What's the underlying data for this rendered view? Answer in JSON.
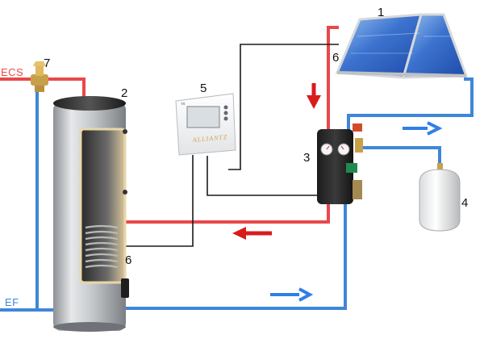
{
  "labels": {
    "ecs": "ECS",
    "ef": "EF",
    "n1": "1",
    "n2": "2",
    "n3": "3",
    "n4": "4",
    "n5": "5",
    "n6a": "6",
    "n6b": "6",
    "n7": "7"
  },
  "controller": {
    "brand": "ALLIANTZ",
    "tag": "TR"
  },
  "colors": {
    "hot_pipe": "#e8484a",
    "cold_pipe": "#3f86d8",
    "sensor_wire": "#1a1a1a",
    "flow_arrow_hot": "#d81c1c",
    "flow_arrow_cold": "#2f7fe6",
    "panel_blue": "#3a6fc8",
    "tank_body": "#c9cccf"
  },
  "icons": {
    "panel": "solar-collector-icon",
    "tank": "storage-tank-icon",
    "controller": "solar-controller-icon",
    "pump": "pump-station-icon",
    "expansion": "expansion-vessel-icon",
    "valve": "mixing-valve-icon"
  }
}
